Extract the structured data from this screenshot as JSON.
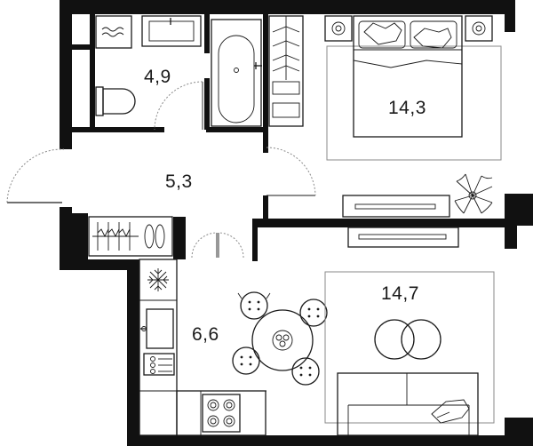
{
  "rooms": {
    "bathroom": {
      "area": "4,9"
    },
    "bedroom": {
      "area": "14,3"
    },
    "hallway": {
      "area": "5,3"
    },
    "kitchen": {
      "area": "6,6"
    },
    "living": {
      "area": "14,7"
    }
  },
  "colors": {
    "wall": "#111111",
    "line": "#1a1a1a",
    "rug": "#8a8a8a",
    "background": "#ffffff"
  },
  "icons": [
    "sink-icon",
    "washing-machine-icon",
    "toilet-icon",
    "bathtub-icon",
    "wardrobe-hangers-icon",
    "bed-icon",
    "nightstand-lamp-icon",
    "plant-icon",
    "tv-stand-icon",
    "shoe-rack-icon",
    "snowflake-fridge-icon",
    "kitchen-sink-icon",
    "stove-icon",
    "dining-table-icon",
    "chair-icon",
    "sofa-icon",
    "coffee-table-icon"
  ]
}
